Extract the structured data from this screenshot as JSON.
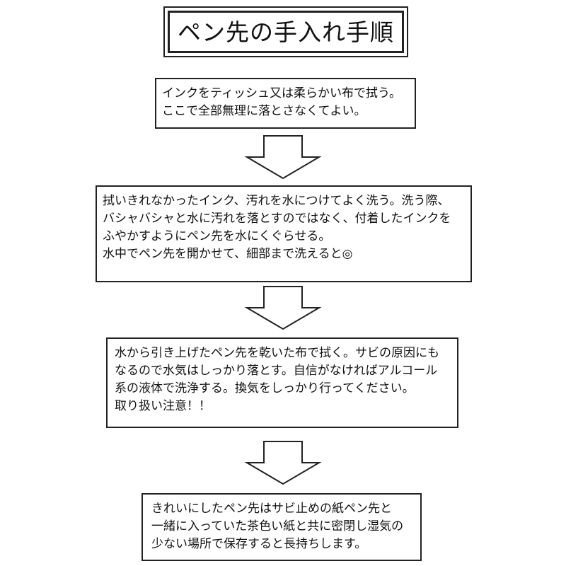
{
  "title": "ペン先の手入れ手順",
  "steps": [
    {
      "lines": [
        "インクをティッシュ又は柔らかい布で拭う。",
        "ここで全部無理に落とさなくてよい。"
      ]
    },
    {
      "lines": [
        "拭いきれなかったインク、汚れを水につけてよく洗う。洗う際、",
        "バシャバシャと水に汚れを落とすのではなく、付着したインクを",
        "ふやかすようにペン先を水にくぐらせる。",
        "水中でペン先を開かせて、細部まで洗えると◎"
      ]
    },
    {
      "lines": [
        "水から引き上げたペン先を乾いた布で拭く。サビの原因にも",
        "なるので水気はしっかり落とす。自信がなければアルコール",
        "系の液体で洗浄する。換気をしっかり行ってください。",
        "取り扱い注意！！"
      ]
    },
    {
      "lines": [
        "きれいにしたペン先はサビ止めの紙ペン先と",
        "一緒に入っていた茶色い紙と共に密閉し湿気の",
        "少ない場所で保存すると長持ちします。"
      ]
    }
  ]
}
